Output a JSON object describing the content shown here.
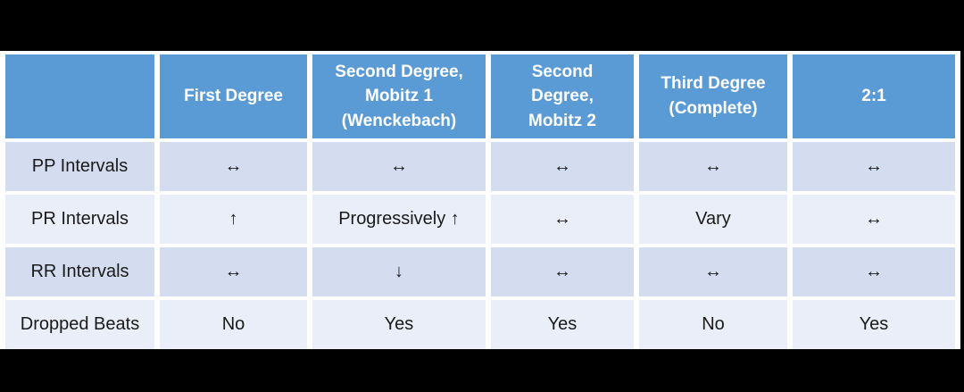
{
  "page": {
    "background_color": "#000000",
    "slide_background_color": "#ffffff"
  },
  "table": {
    "header_bg_color": "#5b9bd5",
    "header_text_color": "#ffffff",
    "band_dark_color": "#d3ddef",
    "band_light_color": "#eaeef8",
    "columns": [
      "",
      "First Degree",
      "Second Degree,\nMobitz 1\n(Wenckebach)",
      "Second\nDegree,\nMobitz 2",
      "Third Degree\n(Complete)",
      "2:1"
    ],
    "rows": [
      {
        "label": "PP Intervals",
        "cells": [
          "↔",
          "↔",
          "↔",
          "↔",
          "↔"
        ]
      },
      {
        "label": "PR Intervals",
        "cells": [
          "↑",
          "Progressively ↑",
          "↔",
          "Vary",
          "↔"
        ]
      },
      {
        "label": "RR Intervals",
        "cells": [
          "↔",
          "↓",
          "↔",
          "↔",
          "↔"
        ]
      },
      {
        "label": "Dropped Beats",
        "cells": [
          "No",
          "Yes",
          "Yes",
          "No",
          "Yes"
        ]
      }
    ]
  },
  "chart_data": {
    "type": "table",
    "title": "",
    "columns": [
      "",
      "First Degree",
      "Second Degree, Mobitz 1 (Wenckebach)",
      "Second Degree, Mobitz 2",
      "Third Degree (Complete)",
      "2:1"
    ],
    "rows": [
      [
        "PP Intervals",
        "↔",
        "↔",
        "↔",
        "↔",
        "↔"
      ],
      [
        "PR Intervals",
        "↑",
        "Progressively ↑",
        "↔",
        "Vary",
        "↔"
      ],
      [
        "RR Intervals",
        "↔",
        "↓",
        "↔",
        "↔",
        "↔"
      ],
      [
        "Dropped Beats",
        "No",
        "Yes",
        "Yes",
        "No",
        "Yes"
      ]
    ]
  }
}
